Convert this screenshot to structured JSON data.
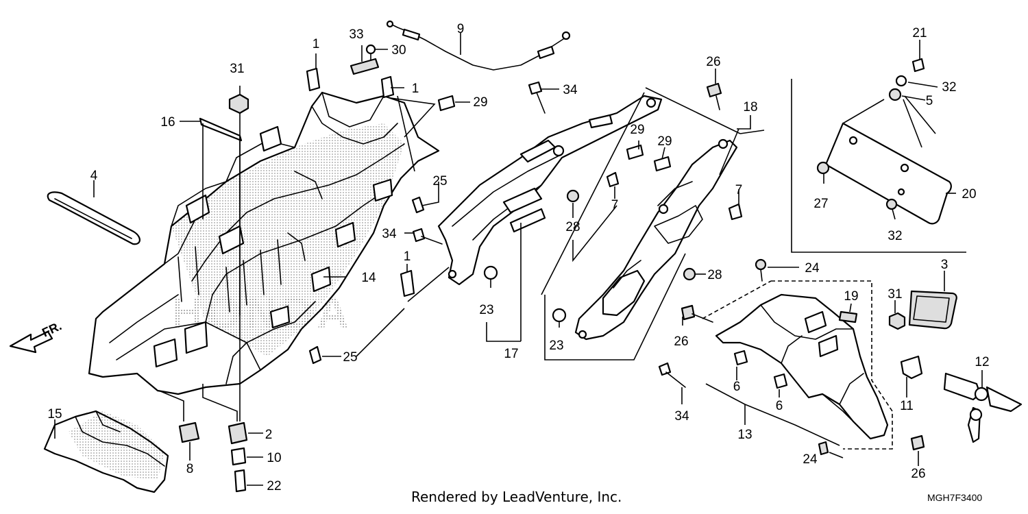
{
  "footer": {
    "rendered_by": "Rendered by LeadVenture, Inc.",
    "diagram_code": "MGH7F3400"
  },
  "direction_marker": "FR.",
  "watermark": "HONDA",
  "callouts": [
    "1",
    "1",
    "1",
    "2",
    "3",
    "4",
    "5",
    "6",
    "6",
    "7",
    "7",
    "8",
    "9",
    "10",
    "11",
    "12",
    "13",
    "14",
    "15",
    "16",
    "17",
    "18",
    "19",
    "20",
    "21",
    "22",
    "23",
    "23",
    "24",
    "24",
    "25",
    "25",
    "26",
    "26",
    "26",
    "27",
    "28",
    "28",
    "29",
    "29",
    "29",
    "30",
    "31",
    "31",
    "32",
    "32",
    "33",
    "34",
    "34",
    "34"
  ]
}
